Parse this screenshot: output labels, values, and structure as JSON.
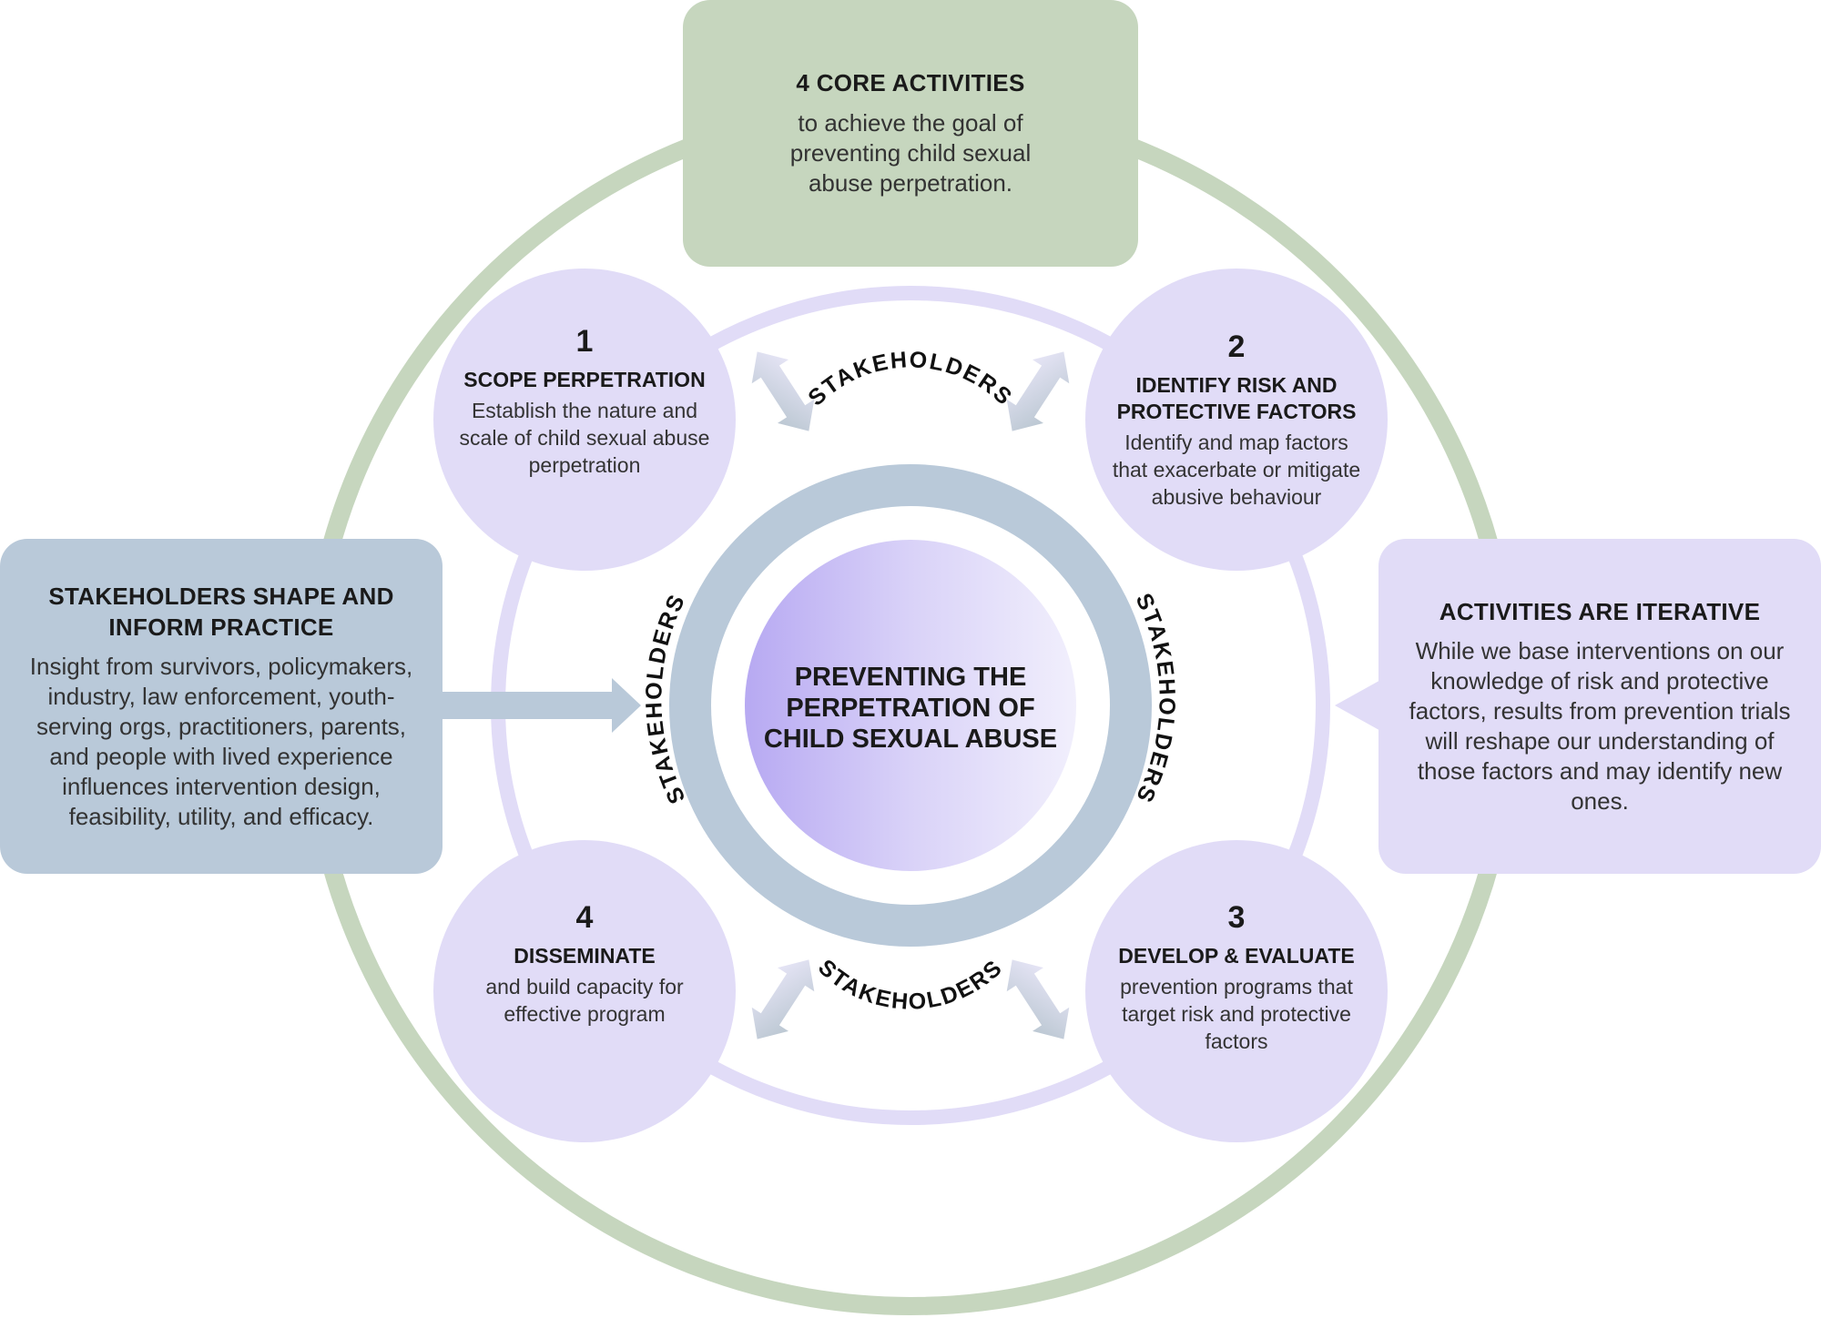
{
  "header": {
    "title": "4 CORE ACTIVITIES",
    "text": "to achieve the goal of preventing child sexual abuse perpetration."
  },
  "center": {
    "title": "PREVENTING THE PERPETRATION OF CHILD SEXUAL ABUSE",
    "ring_label": "STAKEHOLDERS"
  },
  "steps": [
    {
      "number": "1",
      "title": "SCOPE PERPETRATION",
      "text": "Establish the nature and scale of child sexual abuse perpetration"
    },
    {
      "number": "2",
      "title": "IDENTIFY RISK AND PROTECTIVE FACTORS",
      "text": "Identify and map factors that exacerbate or mitigate abusive behaviour"
    },
    {
      "number": "3",
      "title": "DEVELOP & EVALUATE",
      "text": "prevention programs that target risk and protective factors"
    },
    {
      "number": "4",
      "title": "DISSEMINATE",
      "text": "and build capacity for effective program"
    }
  ],
  "left_panel": {
    "title": "STAKEHOLDERS SHAPE AND INFORM PRACTICE",
    "text": "Insight from survivors, policymakers, industry, law enforcement, youth-serving orgs, practitioners, parents, and people with lived experience influences intervention design, feasibility, utility, and efficacy."
  },
  "right_panel": {
    "title": "ACTIVITIES ARE ITERATIVE",
    "text": "While we base interventions on our knowledge of risk and protective factors, results from prevention trials will reshape our understanding of those factors and may identify new ones."
  },
  "colors": {
    "outer_ring": "#c6d6be",
    "inner_ring": "#e1dcf7",
    "stakeholder_ring": "#b9c9d9",
    "step_fill": "#e1dcf7",
    "center_gradient_start": "#b7a9f2",
    "center_gradient_end": "#f1effc"
  }
}
